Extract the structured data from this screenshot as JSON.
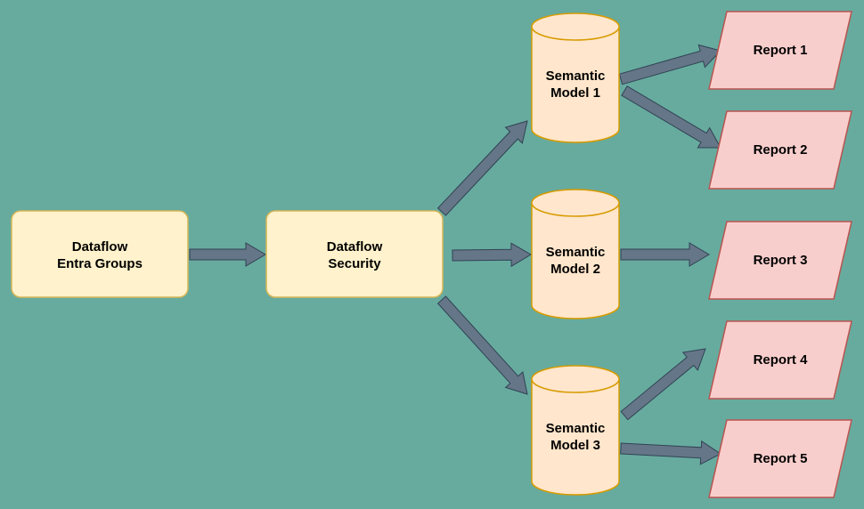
{
  "colors": {
    "background": "#67AB9F",
    "process_fill": "#FFF2CC",
    "process_stroke": "#D6B656",
    "model_fill": "#FFE6CC",
    "model_stroke": "#D79B00",
    "report_fill": "#F8CECC",
    "report_stroke": "#B85450",
    "arrow_fill": "#647687",
    "arrow_stroke": "#314354"
  },
  "nodes": {
    "dataflow_entra": {
      "line1": "Dataflow",
      "line2": "Entra Groups",
      "shape": "rounded-rectangle"
    },
    "dataflow_security": {
      "line1": "Dataflow",
      "line2": "Security",
      "shape": "rounded-rectangle"
    },
    "model1": {
      "line1": "Semantic",
      "line2": "Model 1",
      "shape": "cylinder"
    },
    "model2": {
      "line1": "Semantic",
      "line2": "Model 2",
      "shape": "cylinder"
    },
    "model3": {
      "line1": "Semantic",
      "line2": "Model 3",
      "shape": "cylinder"
    },
    "report1": {
      "label": "Report 1",
      "shape": "parallelogram"
    },
    "report2": {
      "label": "Report 2",
      "shape": "parallelogram"
    },
    "report3": {
      "label": "Report 3",
      "shape": "parallelogram"
    },
    "report4": {
      "label": "Report 4",
      "shape": "parallelogram"
    },
    "report5": {
      "label": "Report 5",
      "shape": "parallelogram"
    }
  },
  "edges": [
    {
      "from": "dataflow_entra",
      "to": "dataflow_security"
    },
    {
      "from": "dataflow_security",
      "to": "model1"
    },
    {
      "from": "dataflow_security",
      "to": "model2"
    },
    {
      "from": "dataflow_security",
      "to": "model3"
    },
    {
      "from": "model1",
      "to": "report1"
    },
    {
      "from": "model1",
      "to": "report2"
    },
    {
      "from": "model2",
      "to": "report3"
    },
    {
      "from": "model3",
      "to": "report4"
    },
    {
      "from": "model3",
      "to": "report5"
    }
  ]
}
